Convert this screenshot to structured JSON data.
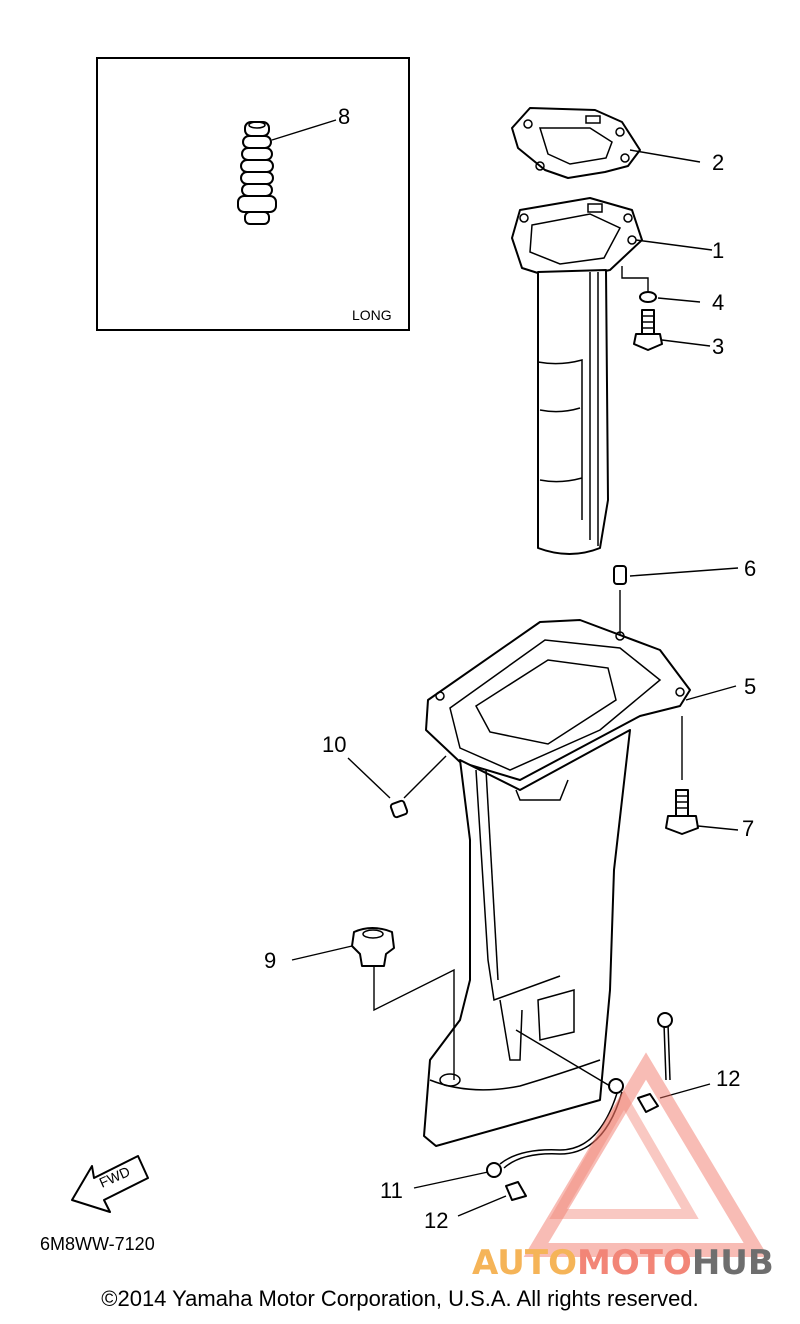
{
  "diagram": {
    "callouts": [
      "1",
      "2",
      "3",
      "4",
      "5",
      "6",
      "7",
      "8",
      "9",
      "10",
      "11",
      "12",
      "12"
    ],
    "inset_label": "LONG",
    "fwd_label": "FWD",
    "drawing_code": "6M8WW-7120"
  },
  "watermark": {
    "part1": "AUTO",
    "part2": "MOTO",
    "part3": "HUB",
    "color_primary": "#f4a73b",
    "color_accent": "#f07060",
    "color_dark": "#555555"
  },
  "footer": {
    "copyright": "©2014 Yamaha Motor Corporation, U.S.A. All rights reserved."
  }
}
